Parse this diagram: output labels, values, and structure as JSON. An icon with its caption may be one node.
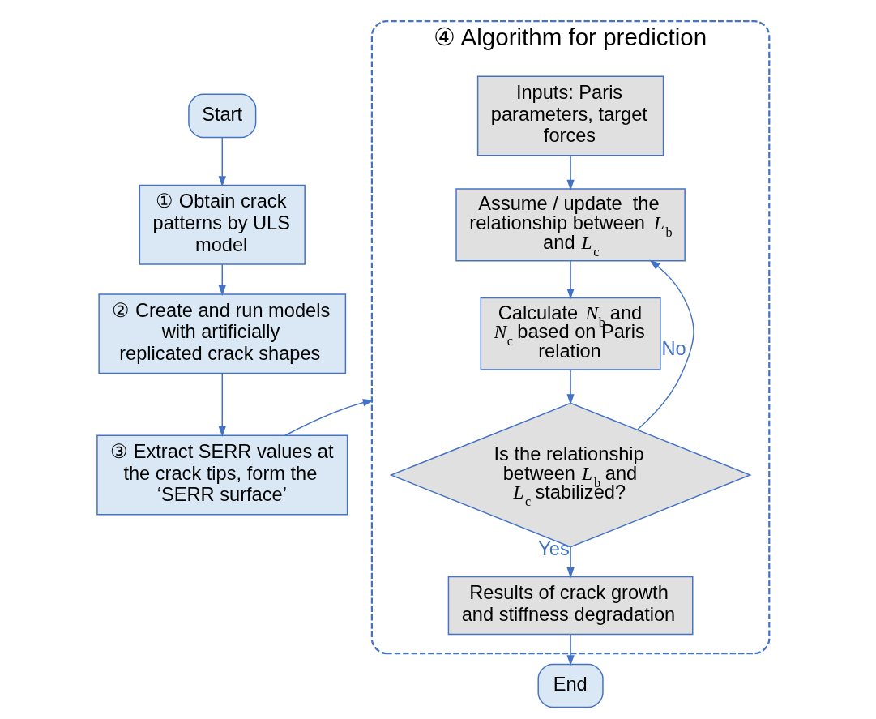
{
  "diagram": {
    "nodes": [
      {
        "text": [
          "Start"
        ]
      },
      {
        "text": [
          "① Obtain crack patterns by ULS model"
        ]
      },
      {
        "text": [
          "② Create and run models with artificially replicated crack shapes"
        ]
      },
      {
        "text": [
          "③ Extract SERR values at the crack tips, form the ‘SERR surface’"
        ]
      },
      {
        "text": [
          "④ Algorithm for prediction"
        ]
      },
      {
        "text": [
          "Inputs: Paris parameters, target forces"
        ],
        "in": 4
      },
      {
        "text": [
          "Assume / update  the relationship between *L*$_{b}$ and *L*$_{c}$"
        ],
        "in": 4
      },
      {
        "text": [
          "Calculate *N*$_{b}$ and *N*$_{c}$ based on Paris relation"
        ],
        "in": 4
      },
      {
        "text": [
          "Is the relationship between *L*$_{b}$ and *L*$_{c}$ stabilized?"
        ],
        "in": 4
      },
      {
        "text": [
          "Results of crack growth and stiffness degradation"
        ],
        "in": 4
      },
      {
        "text": [
          "End"
        ]
      }
    ],
    "edges": [
      {
        "from": 0,
        "to": 1,
        "arrow": "to"
      },
      {
        "from": 1,
        "to": 2,
        "arrow": "to"
      },
      {
        "from": 2,
        "to": 3,
        "arrow": "to"
      },
      {
        "from": 3,
        "to": 4,
        "arrow": "to"
      },
      {
        "from": 5,
        "to": 6,
        "arrow": "to"
      },
      {
        "from": 6,
        "to": 7,
        "arrow": "to"
      },
      {
        "from": 7,
        "to": 8,
        "arrow": "to"
      },
      {
        "from": 8,
        "to": 6,
        "arrow": "to",
        "label": "No"
      },
      {
        "from": 8,
        "to": 9,
        "arrow": "to",
        "label": "Yes"
      },
      {
        "from": 9,
        "to": 10,
        "arrow": "to"
      }
    ]
  }
}
